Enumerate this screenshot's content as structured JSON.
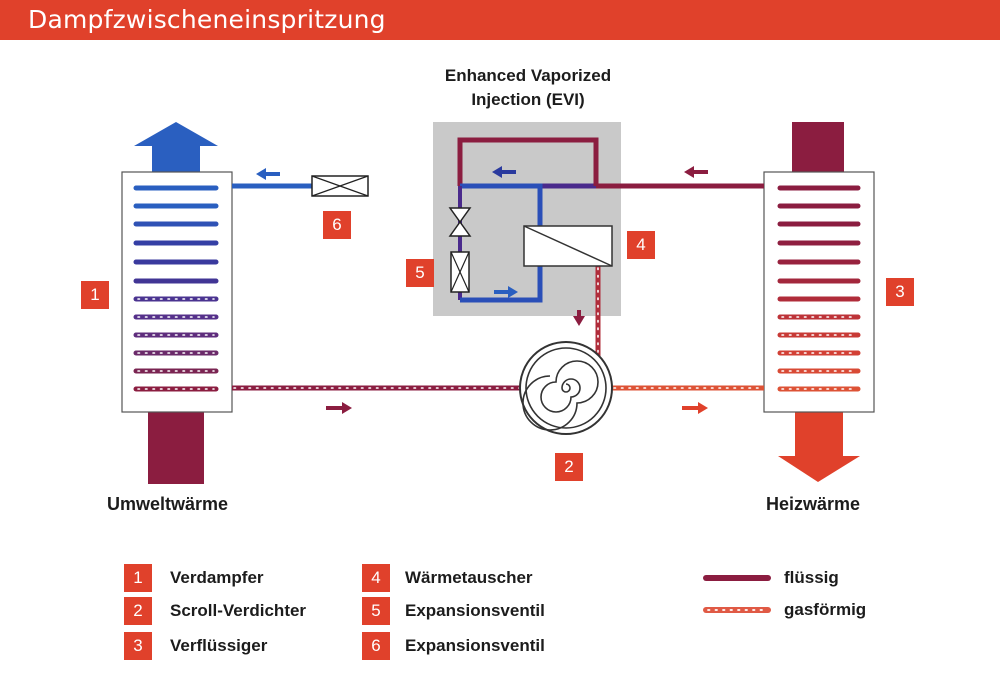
{
  "title": "Dampfzwischeneinspritzung",
  "evi_title": [
    "Enhanced Vaporized",
    "Injection (EVI)"
  ],
  "sides": {
    "left": "Umweltwärme",
    "right": "Heizwärme"
  },
  "diagram_badges": [
    "1",
    "2",
    "3",
    "4",
    "5",
    "6"
  ],
  "legend": {
    "components": [
      {
        "num": "1",
        "label": "Verdampfer"
      },
      {
        "num": "2",
        "label": "Scroll-Verdichter"
      },
      {
        "num": "3",
        "label": "Verflüssiger"
      },
      {
        "num": "4",
        "label": "Wärmetauscher"
      },
      {
        "num": "5",
        "label": "Expansionsventil"
      },
      {
        "num": "6",
        "label": "Expansionsventil"
      }
    ],
    "lines": [
      {
        "label": "flüssig",
        "style": "solid"
      },
      {
        "label": "gasförmig",
        "style": "dotted"
      }
    ]
  },
  "colors": {
    "accent": "#e0412b",
    "liquid": "#8b1d40",
    "gas": "#d84a35",
    "cold": "#2a4fb8",
    "evi_box": "#c9c9c9"
  }
}
